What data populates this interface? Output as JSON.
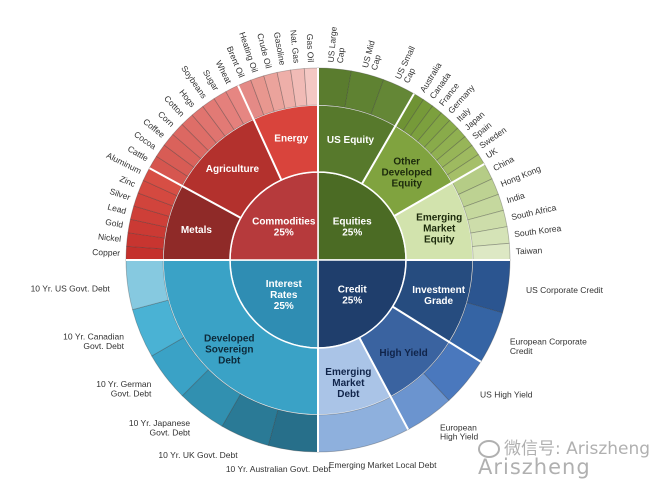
{
  "quadrants": [
    {
      "label": "Equities",
      "share": "25%",
      "color": "#4b6b24",
      "groups": [
        {
          "label": "US Equity",
          "color": "#57792c",
          "text_color": "#ffffff",
          "span": 30,
          "leaf_colors": [
            "#5a7c2e",
            "#5f8232",
            "#648736"
          ],
          "leaves": [
            "US Large\nCap",
            "US Mid\nCap",
            "US Small\nCap"
          ]
        },
        {
          "label": "Other\nDeveloped\nEquity",
          "color": "#80a33f",
          "text_color": "#1c2a0c",
          "span": 30,
          "leaf_colors": [
            "#6f9334",
            "#769a39",
            "#7ca03e",
            "#83a644",
            "#89ab4a",
            "#90b051",
            "#97b558",
            "#9eba60",
            "#a5bf68"
          ],
          "leaves": [
            "Australia",
            "Canada",
            "France",
            "Germany",
            "Italy",
            "Japan",
            "Spain",
            "Sweden",
            "UK"
          ]
        },
        {
          "label": "Emerging\nMarket\nEquity",
          "color": "#d2e3ad",
          "text_color": "#1c2a0c",
          "span": 30,
          "leaf_colors": [
            "#b5cc86",
            "#bdd292",
            "#c5d89e",
            "#cdddaa",
            "#d5e3b7",
            "#dde8c4"
          ],
          "leaves": [
            "China",
            "Hong Kong",
            "India",
            "South Africa",
            "South Korea",
            "Taiwan"
          ]
        }
      ]
    },
    {
      "label": "Credit",
      "share": "25%",
      "color": "#1f3e6c",
      "groups": [
        {
          "label": "Investment\nGrade",
          "color": "#264c7f",
          "text_color": "#ffffff",
          "span": 32,
          "leaf_colors": [
            "#2b5590",
            "#3564a4"
          ],
          "leaves": [
            "US Corporate Credit",
            "European Corporate\nCredit"
          ]
        },
        {
          "label": "High Yield",
          "color": "#3a63a0",
          "text_color": "#10244a",
          "span": 30,
          "leaf_colors": [
            "#4a78bd",
            "#6b94cf"
          ],
          "leaves": [
            "US High Yield",
            "European\nHigh Yield"
          ]
        },
        {
          "label": "Emerging\nMarket\nDebt",
          "color": "#aac4e7",
          "text_color": "#10244a",
          "span": 28,
          "leaf_colors": [
            "#8eb0dd"
          ],
          "leaves": [
            "Emerging Market Local Debt"
          ]
        }
      ]
    },
    {
      "label": "Interest\nRates",
      "share": "25%",
      "color": "#2f8db3",
      "groups": [
        {
          "label": "Developed\nSovereign\nDebt",
          "color": "#3aa2c6",
          "text_color": "#0d2a3a",
          "span": 90,
          "leaf_colors": [
            "#276f8a",
            "#2a7a96",
            "#3190b0",
            "#3aa2c6",
            "#4ab2d4",
            "#86c9e0"
          ],
          "leaves": [
            "10 Yr. Australian Govt. Debt",
            "10 Yr. UK Govt. Debt",
            "10 Yr. Japanese\nGovt. Debt",
            "10 Yr. German\nGovt. Debt",
            "10 Yr. Canadian\nGovt. Debt",
            "10 Yr. US Govt. Debt"
          ]
        }
      ]
    },
    {
      "label": "Commodities",
      "share": "25%",
      "color": "#b63a3c",
      "groups": [
        {
          "label": "Metals",
          "color": "#8f2a28",
          "text_color": "#ffffff",
          "span": 28.6,
          "leaf_colors": [
            "#c4302c",
            "#c83530",
            "#cb3a34",
            "#ce3f38",
            "#d1443c",
            "#d44940",
            "#d74e44"
          ],
          "leaves": [
            "Copper",
            "Nickel",
            "Gold",
            "Lead",
            "Silver",
            "Zinc",
            "Aluminum"
          ]
        },
        {
          "label": "Agriculture",
          "color": "#b3312d",
          "text_color": "#ffffff",
          "span": 36.8,
          "leaf_colors": [
            "#d6564f",
            "#d85c55",
            "#da625b",
            "#dc6862",
            "#de6e68",
            "#e0746f",
            "#e27a75",
            "#e4807c",
            "#e68682"
          ],
          "leaves": [
            "Cattle",
            "Cocoa",
            "Coffee",
            "Corn",
            "Cotton",
            "Hogs",
            "Soybeans",
            "Sugar",
            "Wheat"
          ]
        },
        {
          "label": "Energy",
          "color": "#d9443c",
          "text_color": "#ffffff",
          "span": 24.6,
          "leaf_colors": [
            "#e48a86",
            "#e8978f",
            "#eba39c",
            "#eeafa9",
            "#f1bbb6",
            "#f4c8c4"
          ],
          "leaves": [
            "Brent Oil",
            "Heating Oil",
            "Crude Oil",
            "Gasoline",
            "Nat. Gas",
            "Gas Oil"
          ]
        }
      ]
    }
  ],
  "watermark": {
    "line1": "微信号: Ariszheng",
    "line2": "Ariszheng"
  }
}
